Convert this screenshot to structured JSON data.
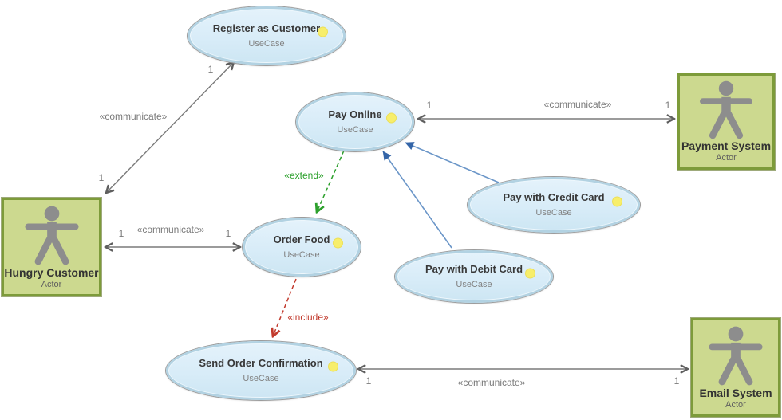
{
  "use_cases": [
    {
      "name": "Register as Customer",
      "stereotype": "UseCase"
    },
    {
      "name": "Pay Online",
      "stereotype": "UseCase"
    },
    {
      "name": "Order Food",
      "stereotype": "UseCase"
    },
    {
      "name": "Pay with Credit Card",
      "stereotype": "UseCase"
    },
    {
      "name": "Pay with Debit Card",
      "stereotype": "UseCase"
    },
    {
      "name": "Send Order Confirmation",
      "stereotype": "UseCase"
    }
  ],
  "actors": [
    {
      "name": "Hungry Customer",
      "stereotype": "Actor"
    },
    {
      "name": "Payment System",
      "stereotype": "Actor"
    },
    {
      "name": "Email System",
      "stereotype": "Actor"
    }
  ],
  "connectors": [
    {
      "name": "hungry-customer to register-as-customer",
      "label": "«communicate»",
      "source_multiplicity": "1",
      "target_multiplicity": "1"
    },
    {
      "name": "hungry-customer to order-food",
      "label": "«communicate»",
      "source_multiplicity": "1",
      "target_multiplicity": "1"
    },
    {
      "name": "pay-online to payment-system",
      "label": "«communicate»",
      "source_multiplicity": "1",
      "target_multiplicity": "1"
    },
    {
      "name": "send-order-confirmation to email-system",
      "label": "«communicate»",
      "source_multiplicity": "1",
      "target_multiplicity": "1"
    },
    {
      "name": "pay-online extends order-food",
      "label": "«extend»"
    },
    {
      "name": "order-food includes send-order-confirmation",
      "label": "«include»"
    },
    {
      "name": "pay-with-credit-card generalizes pay-online"
    },
    {
      "name": "pay-with-debit-card generalizes pay-online"
    }
  ],
  "colors": {
    "use_case_fill": "#d9edf9",
    "use_case_border": "#b2d2e2",
    "use_case_dot": "#f7ee6b",
    "actor_fill": "#ccd98f",
    "actor_border": "#7d9b3a",
    "actor_figure": "#8d8d8d",
    "communicate_line": "#7a7a7a",
    "extend": "#2ca02c",
    "include": "#c23b2e",
    "generalization_line": "#6b96c8",
    "generalization_arrow": "#3465a8"
  }
}
